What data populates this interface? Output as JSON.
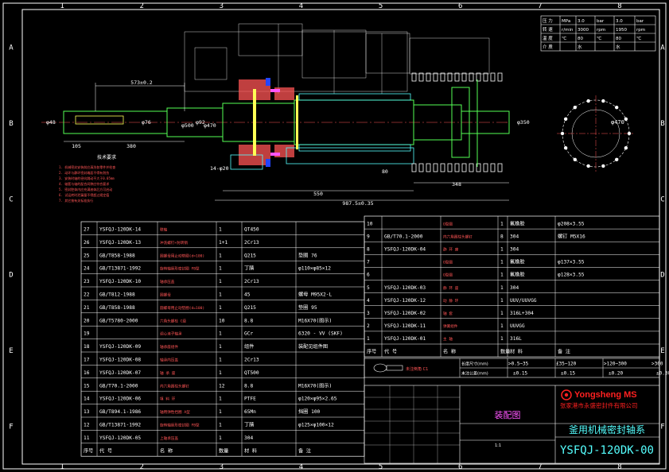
{
  "colors": {
    "background": "#000000",
    "frame": "#ffffff",
    "table": "#ffffff",
    "text_white": "#ffffff",
    "text_yellow": "#ffff55",
    "text_green": "#55ff55",
    "text_cyan": "#55ffff",
    "part_outline": "#55ff55",
    "dimension": "#ffffff",
    "hatch": "#ff5555",
    "seal_face": "#ffff55",
    "centerline": "#ff5555",
    "logo_red": "#ff2020",
    "magenta": "#ff55ff",
    "blue_fill": "#2244ff"
  },
  "border": {
    "top_numbers": [
      "1",
      "2",
      "3",
      "4",
      "5",
      "6",
      "7",
      "8"
    ],
    "side_letters": [
      "A",
      "B",
      "C",
      "D",
      "E",
      "F"
    ]
  },
  "spec_table": {
    "rows": [
      [
        "压 力",
        "MPa",
        "3.0",
        "bar",
        "3.0",
        "bar"
      ],
      [
        "转 速",
        "r/min",
        "3000",
        "rpm",
        "1950",
        "rpm"
      ],
      [
        "温 度",
        "℃",
        "80",
        "℃",
        "80",
        "℃"
      ],
      [
        "介 质",
        "",
        "水",
        "",
        "水",
        ""
      ]
    ]
  },
  "dimensions": {
    "d573": "573±0.2",
    "d105": "105",
    "d380": "380",
    "d48": "φ48",
    "d76": "φ76",
    "d92": "φ92",
    "d500": "φ500",
    "d470": "φ470",
    "d550": "550",
    "d9875": "987.5±0.35",
    "d348": "348",
    "d350": "φ350",
    "d14": "14-φ20",
    "d80": "80",
    "dcircle": "φ470"
  },
  "tech_notes": {
    "title": "技术要求",
    "lines": [
      "1. 机械密封安装前应清洗各零件并检查",
      "2. 动环与静环密封端面不得有划伤",
      "3. 安装时轴的径向跳动不大于0.05mm",
      "4. 轴套与轴的配合间隙应符合要求",
      "5. 密封腔体内应充满液体后方可启动",
      "6. 试运转时泄漏量不得超过规定值",
      "7. 其它按有关标准执行"
    ]
  },
  "left_bom": [
    [
      "27",
      "YSFQJ-120DK-14",
      "联轴",
      "1",
      "QT450",
      ""
    ],
    [
      "26",
      "YSFQJ-120DK-13",
      "冲洗螺钉+防转销",
      "1+1",
      "2Cr13",
      ""
    ],
    [
      "25",
      "GB/T858-1988",
      "圆螺母用止动垫圈(d=100)",
      "1",
      "Q215",
      "垫圈 76"
    ],
    [
      "24",
      "GB/T13871-1992",
      "旋转轴唇形密封圈 FB型",
      "1",
      "丁腈",
      "φ110×φ85×12"
    ],
    [
      "23",
      "YSFQJ-120DK-10",
      "轴承压盖",
      "1",
      "2Cr13",
      ""
    ],
    [
      "22",
      "GB/T812-1988",
      "圆螺母",
      "1",
      "45",
      "螺母 M95X2-L"
    ],
    [
      "21",
      "GB/T858-1988",
      "圆螺母用止动垫圈(d=100)",
      "1",
      "Q215",
      "垫圈 95"
    ],
    [
      "20",
      "GB/T5780-2000",
      "六角头螺栓 C级",
      "10",
      "8.8",
      "M16X70(图示)"
    ],
    [
      "19",
      "",
      "调心滚子轴承",
      "1",
      "GCr",
      "6320 - VV (SKF)"
    ],
    [
      "18",
      "YSFQJ-120DK-09",
      "轴承座组件",
      "1",
      "组件",
      "装配见组件图"
    ],
    [
      "17",
      "YSFQJ-120DK-08",
      "轴承内压盖",
      "1",
      "2Cr13",
      ""
    ],
    [
      "16",
      "YSFQJ-120DK-07",
      "轴 承 座",
      "1",
      "QT500",
      ""
    ],
    [
      "15",
      "GB/T70.1-2000",
      "内六角圆柱头螺钉",
      "12",
      "8.8",
      "M16X70(图示)"
    ],
    [
      "14",
      "YSFQJ-120DK-06",
      "填 料 环",
      "1",
      "PTFE",
      "φ120×φ95×2.65"
    ],
    [
      "13",
      "GB/T894.1-1986",
      "轴用弹性挡圈 A型",
      "1",
      "65Mn",
      "挡圈 100"
    ],
    [
      "12",
      "GB/T13871-1992",
      "旋转轴唇形密封圈 FB型",
      "1",
      "丁腈",
      "φ125×φ100×12"
    ],
    [
      "11",
      "YSFQJ-120DK-05",
      "上轴承压盖",
      "1",
      "304",
      ""
    ]
  ],
  "left_bom_header": [
    "序号",
    "代 号",
    "名 称",
    "数量",
    "材 料",
    "备 注"
  ],
  "right_bom": [
    [
      "10",
      "",
      "O型圈",
      "1",
      "氟橡胶",
      "φ208×3.55"
    ],
    [
      "9",
      "GB/T70.1-2000",
      "内六角圆柱头螺钉",
      "8",
      "304",
      "螺钉 M5X16"
    ],
    [
      "8",
      "YSFQJ-120DK-04",
      "静 环 座",
      "1",
      "304",
      ""
    ],
    [
      "7",
      "",
      "O型圈",
      "1",
      "氟橡胶",
      "φ137×3.55"
    ],
    [
      "6",
      "",
      "O型圈",
      "1",
      "氟橡胶",
      "φ128×3.55"
    ],
    [
      "5",
      "YSFQJ-120DK-03",
      "静 环 座",
      "1",
      "304",
      ""
    ],
    [
      "4",
      "YSFQJ-120DK-12",
      "动 静 环",
      "1",
      "UUV/UUVGG",
      ""
    ],
    [
      "3",
      "YSFQJ-120DK-02",
      "轴 套",
      "1",
      "316L+304",
      ""
    ],
    [
      "2",
      "YSFQJ-120DK-11",
      "弹簧组件",
      "1",
      "UUVGG",
      ""
    ],
    [
      "1",
      "YSFQJ-120DK-01",
      "主 轴",
      "1",
      "316L",
      ""
    ]
  ],
  "right_bom_header": [
    "序号",
    "代 号",
    "名 称",
    "数量",
    "材 料",
    "备 注"
  ],
  "tolerance": {
    "label1": "长度尺寸(mm)",
    "label2": "未注公差(mm)",
    "ranges": [
      ">0.5~35",
      "£35~120",
      ">120~300",
      ">300"
    ],
    "values": [
      "±0.15",
      "±0.15",
      "±0.20",
      "±0.30"
    ]
  },
  "title_block": {
    "company_en": "Yongsheng MS",
    "company_cn": "张家港市永盛密封件有限公司",
    "drawing_type": "装配图",
    "title": "釜用机械密封轴系",
    "drawing_no": "YSFQJ-120DK-00",
    "scale": "1:1"
  },
  "view_label": "未注倒角 C1"
}
